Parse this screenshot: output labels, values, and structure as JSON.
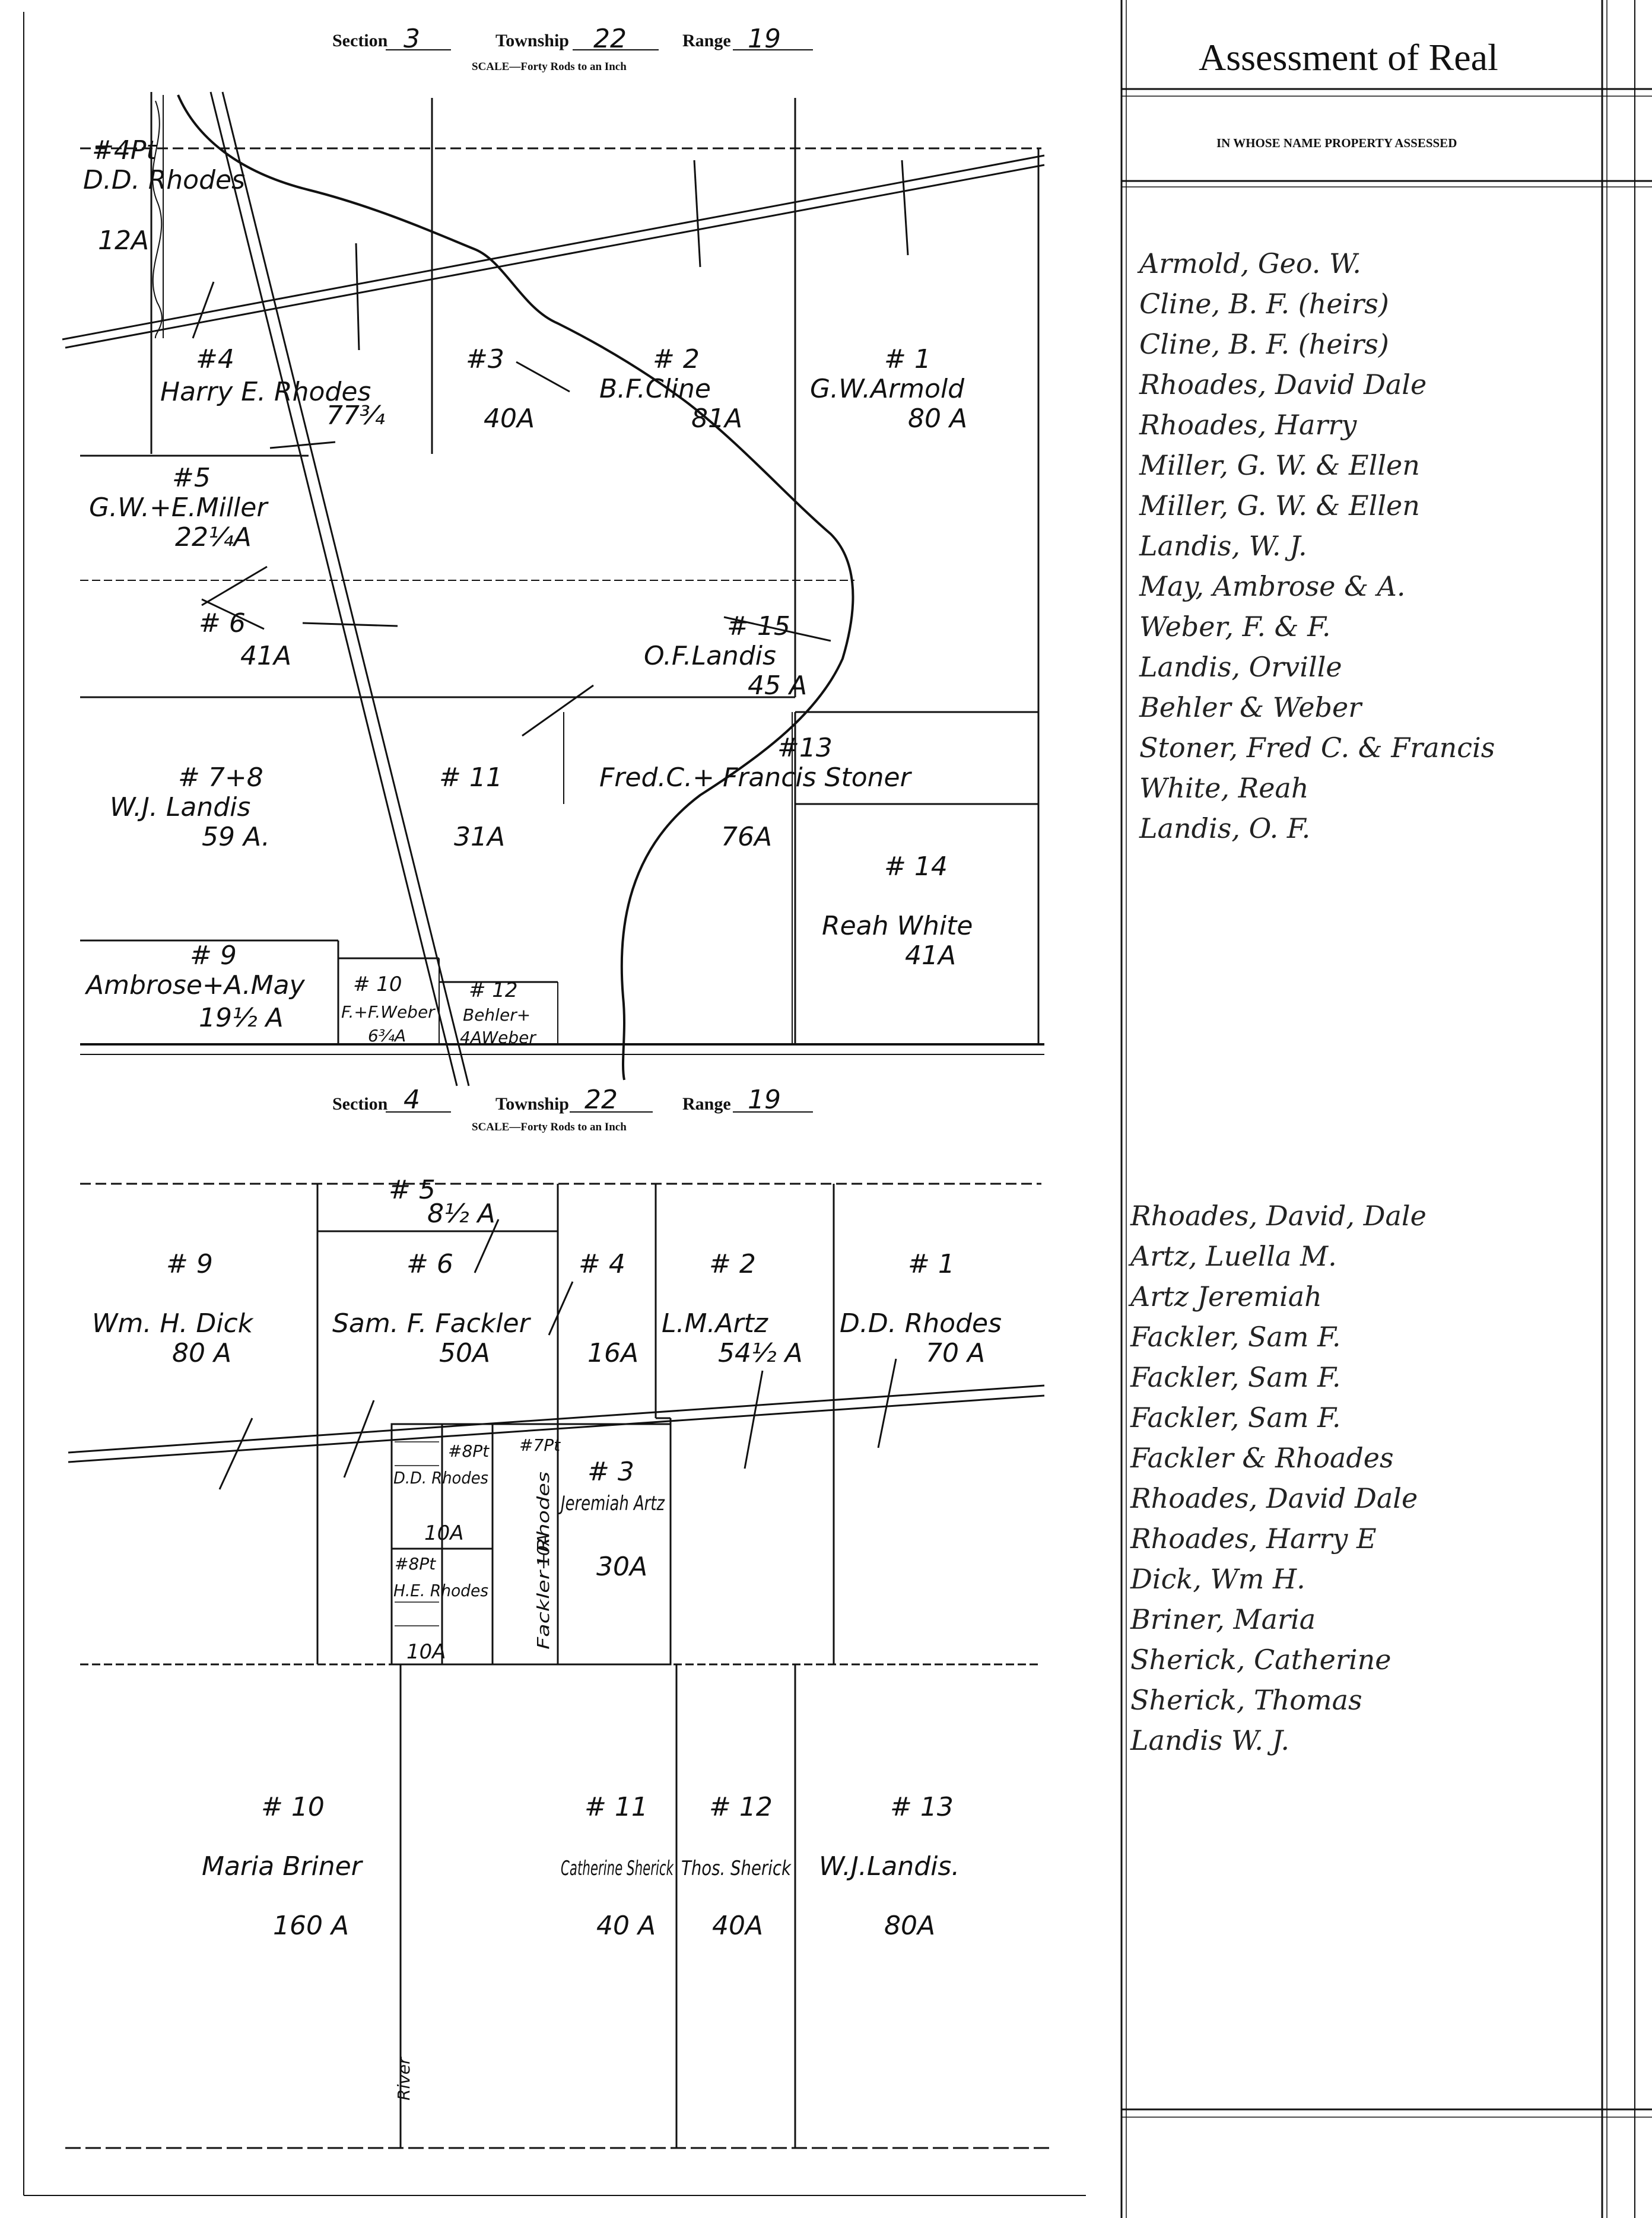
{
  "header": {
    "title": "Assessment of Real",
    "column_header": "IN WHOSE NAME PROPERTY ASSESSED",
    "section_label": "Section",
    "township_label": "Township",
    "range_label": "Range",
    "scale_text": "SCALE—Forty Rods to an Inch"
  },
  "upper_map": {
    "section": "3",
    "township": "22",
    "range": "19",
    "parcels": [
      {
        "no": "#4Pt",
        "owner": "D.D. Rhodes",
        "acres": "12A"
      },
      {
        "no": "#4",
        "owner": "Harry E. Rhodes",
        "acres": "77¾"
      },
      {
        "no": "#3",
        "acres": "40A"
      },
      {
        "no": "# 2",
        "owner": "B.F.Cline",
        "acres": "81A"
      },
      {
        "no": "# 1",
        "owner": "G.W.Armold",
        "acres": "80 A"
      },
      {
        "no": "#5",
        "owner": "G.W.+E.Miller",
        "acres": "22¼A"
      },
      {
        "no": "# 6",
        "acres": "41A"
      },
      {
        "no": "# 15",
        "owner": "O.F.Landis",
        "acres": "45 A"
      },
      {
        "no": "# 7+8",
        "owner": "W.J. Landis",
        "acres": "59 A."
      },
      {
        "no": "# 11",
        "acres": "31A"
      },
      {
        "no": "#13",
        "owner": "Fred.C.+ Francis Stoner",
        "acres": "76A"
      },
      {
        "no": "# 14",
        "owner": "Reah White",
        "acres": "41A"
      },
      {
        "no": "# 9",
        "owner": "Ambrose+A.May",
        "acres": "19½ A"
      },
      {
        "no": "# 10",
        "owner": "F.+F.Weber",
        "acres": "6¾A"
      },
      {
        "no": "# 12",
        "owner": "Behler+",
        "acres": "4AWeber"
      }
    ]
  },
  "lower_map": {
    "section": "4",
    "township": "22",
    "range": "19",
    "parcels": [
      {
        "no": "# 5",
        "acres": "8½ A"
      },
      {
        "no": "# 9",
        "owner": "Wm. H. Dick",
        "acres": "80 A"
      },
      {
        "no": "# 6",
        "owner": "Sam. F. Fackler",
        "acres": "50A"
      },
      {
        "no": "# 4",
        "acres": "16A"
      },
      {
        "no": "# 2",
        "owner": "L.M.Artz",
        "acres": "54½ A"
      },
      {
        "no": "# 1",
        "owner": "D.D. Rhodes",
        "acres": "70 A"
      },
      {
        "no": "#8Pt",
        "owner": "D.D. Rhodes",
        "acres": "10A"
      },
      {
        "no": "#7Pt",
        "owner": "Fackler+Rhodes",
        "acres": "10A"
      },
      {
        "no": "# 3",
        "owner": "Jeremiah Artz",
        "acres": "30A"
      },
      {
        "no": "#8Pt",
        "owner": "H.E. Rhodes",
        "acres": "10A"
      },
      {
        "no": "# 10",
        "owner": "Maria Briner",
        "acres": "160 A"
      },
      {
        "no": "# 11",
        "owner": "Catherine Sherick",
        "acres": "40 A"
      },
      {
        "no": "# 12",
        "owner": "Thos. Sherick",
        "acres": "40A"
      },
      {
        "no": "# 13",
        "owner": "W.J.Landis.",
        "acres": "80A"
      }
    ]
  },
  "ledger": {
    "names_section_3": [
      "Armold, Geo. W.",
      "Cline, B. F. (heirs)",
      "Cline, B. F. (heirs)",
      "Rhoades, David Dale",
      "Rhoades, Harry",
      "Miller, G. W. & Ellen",
      "Miller, G. W. & Ellen",
      "Landis, W. J.",
      "May, Ambrose & A.",
      "Weber, F. & F.",
      "Landis, Orville",
      "Behler & Weber",
      "Stoner, Fred C. & Francis",
      "White, Reah",
      "Landis, O. F."
    ],
    "names_section_4": [
      "Rhoades, David, Dale",
      "Artz, Luella M.",
      "Artz Jeremiah",
      "Fackler, Sam F.",
      "Fackler, Sam F.",
      "Fackler, Sam F.",
      "Fackler & Rhoades",
      "Rhoades, David Dale",
      "Rhoades, Harry E",
      "Dick, Wm H.",
      "Briner, Maria",
      "Sherick, Catherine",
      "Sherick, Thomas",
      "Landis W. J."
    ]
  },
  "margin_notes": [
    "River"
  ]
}
